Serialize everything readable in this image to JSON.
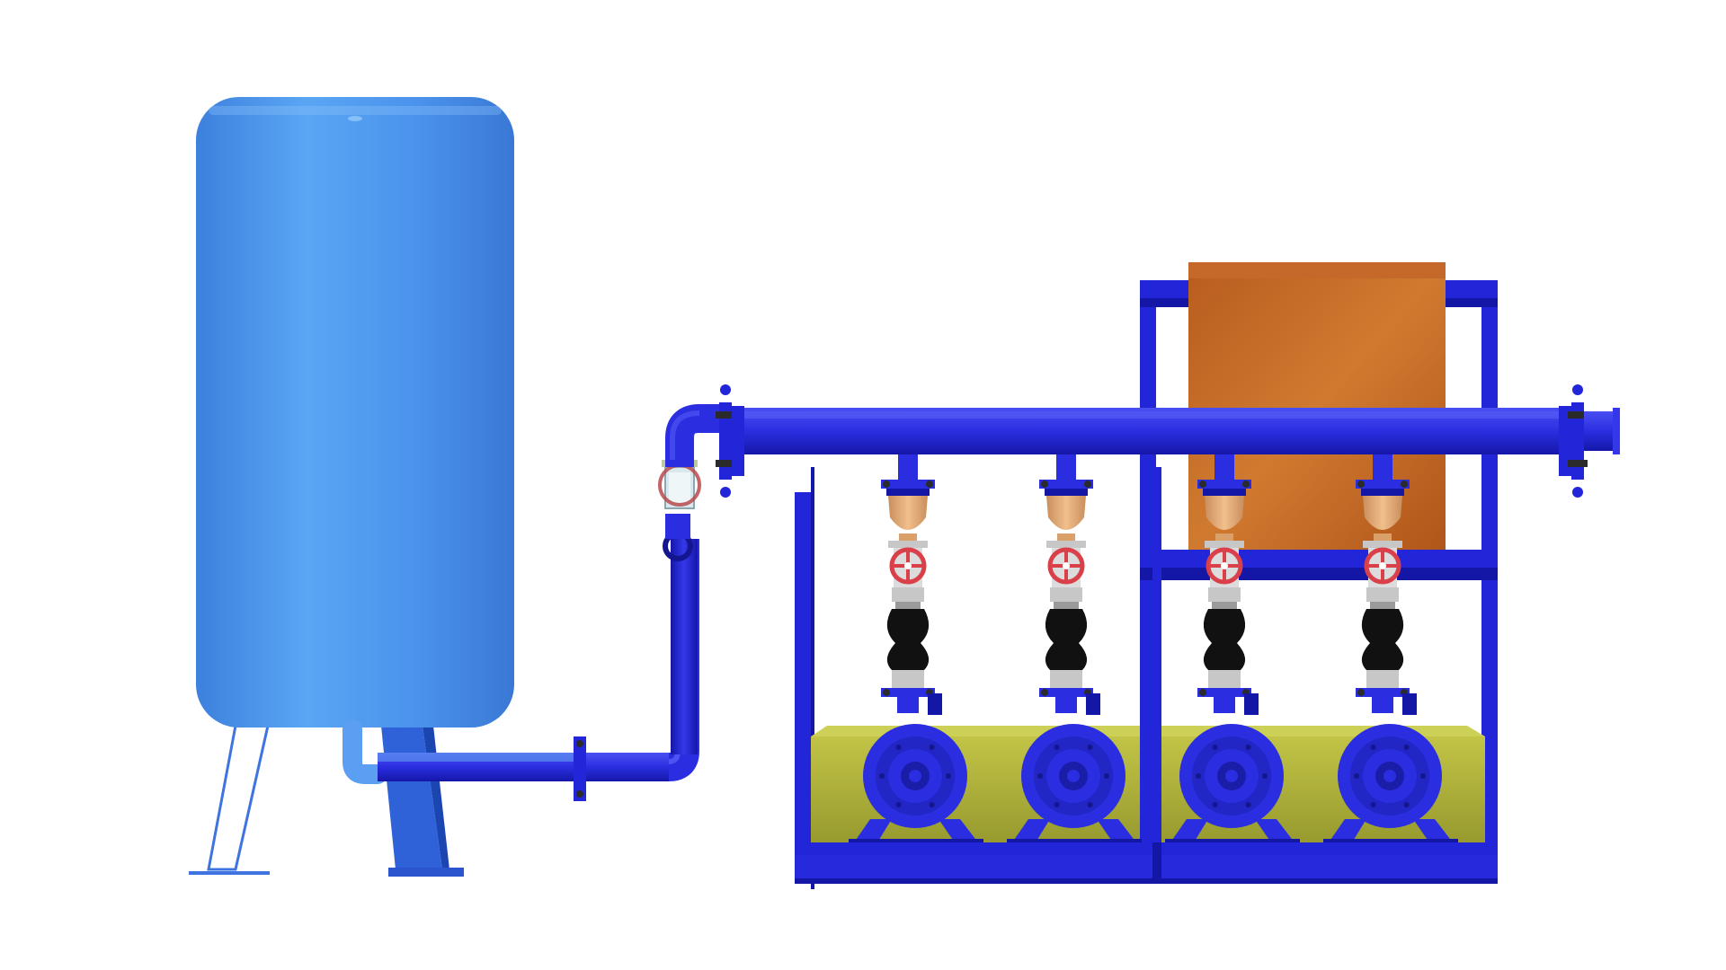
{
  "scene": {
    "description_visible_text": "",
    "pump_count": 4,
    "pumps": [
      {
        "id": "pump-1"
      },
      {
        "id": "pump-2"
      },
      {
        "id": "pump-3"
      },
      {
        "id": "pump-4"
      }
    ],
    "colors": {
      "tank_light": "#5aa2f2",
      "tank_dark": "#2f6fd0",
      "pipe": "#2a2ee0",
      "pipe_dark": "#1416a6",
      "frame": "#2326d8",
      "control_panel": "#c66a24",
      "base_plate": "#aeb13a",
      "valve_handle": "#d9404a",
      "coupling_tan": "#e2a772",
      "flex_connector": "#111111",
      "fitting_grey": "#c7c7c7",
      "bolt": "#2b2b2b"
    }
  }
}
